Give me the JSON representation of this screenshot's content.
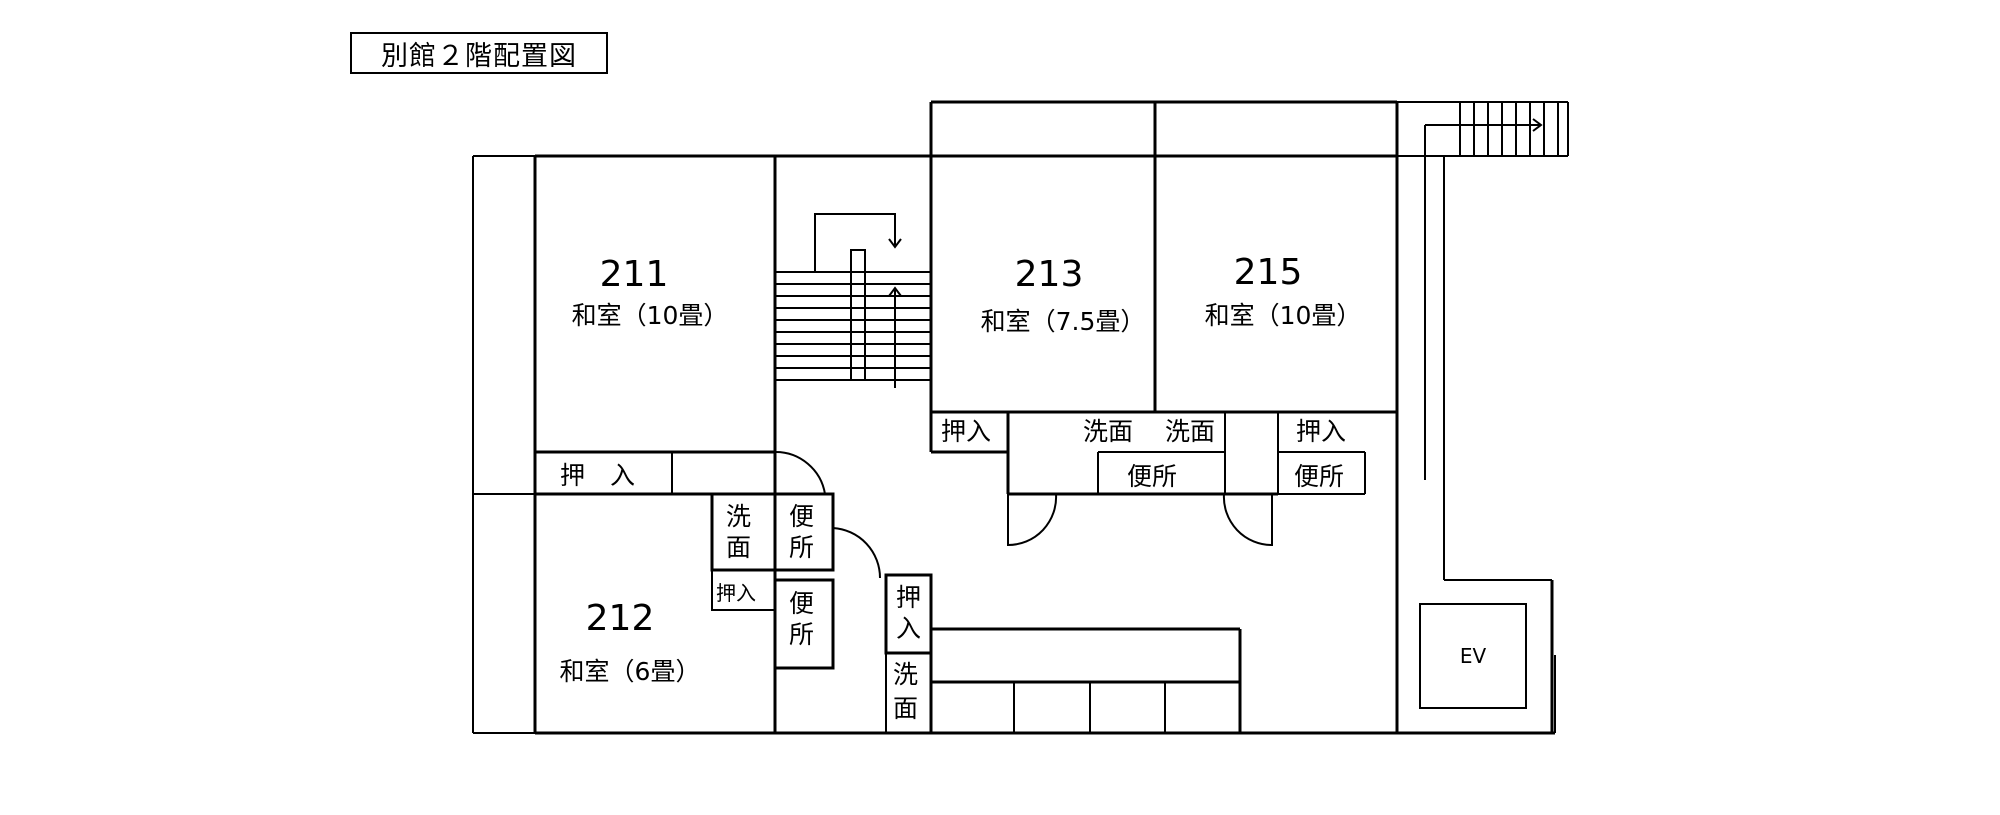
{
  "title": "別館２階配置図",
  "rooms": {
    "r211": {
      "number": "211",
      "label": "和室（10畳）"
    },
    "r212": {
      "number": "212",
      "label": "和室（6畳）"
    },
    "r213": {
      "number": "213",
      "label": "和室（7.5畳）"
    },
    "r215": {
      "number": "215",
      "label": "和室（10畳）"
    }
  },
  "fixtures": {
    "closet_211": "押　入",
    "closet_212": "押入",
    "closet_213": "押入",
    "closet_215": "押入",
    "closet_corridor": "押入",
    "washroom": "洗面",
    "toilet": "便所"
  },
  "elevator": "EV"
}
